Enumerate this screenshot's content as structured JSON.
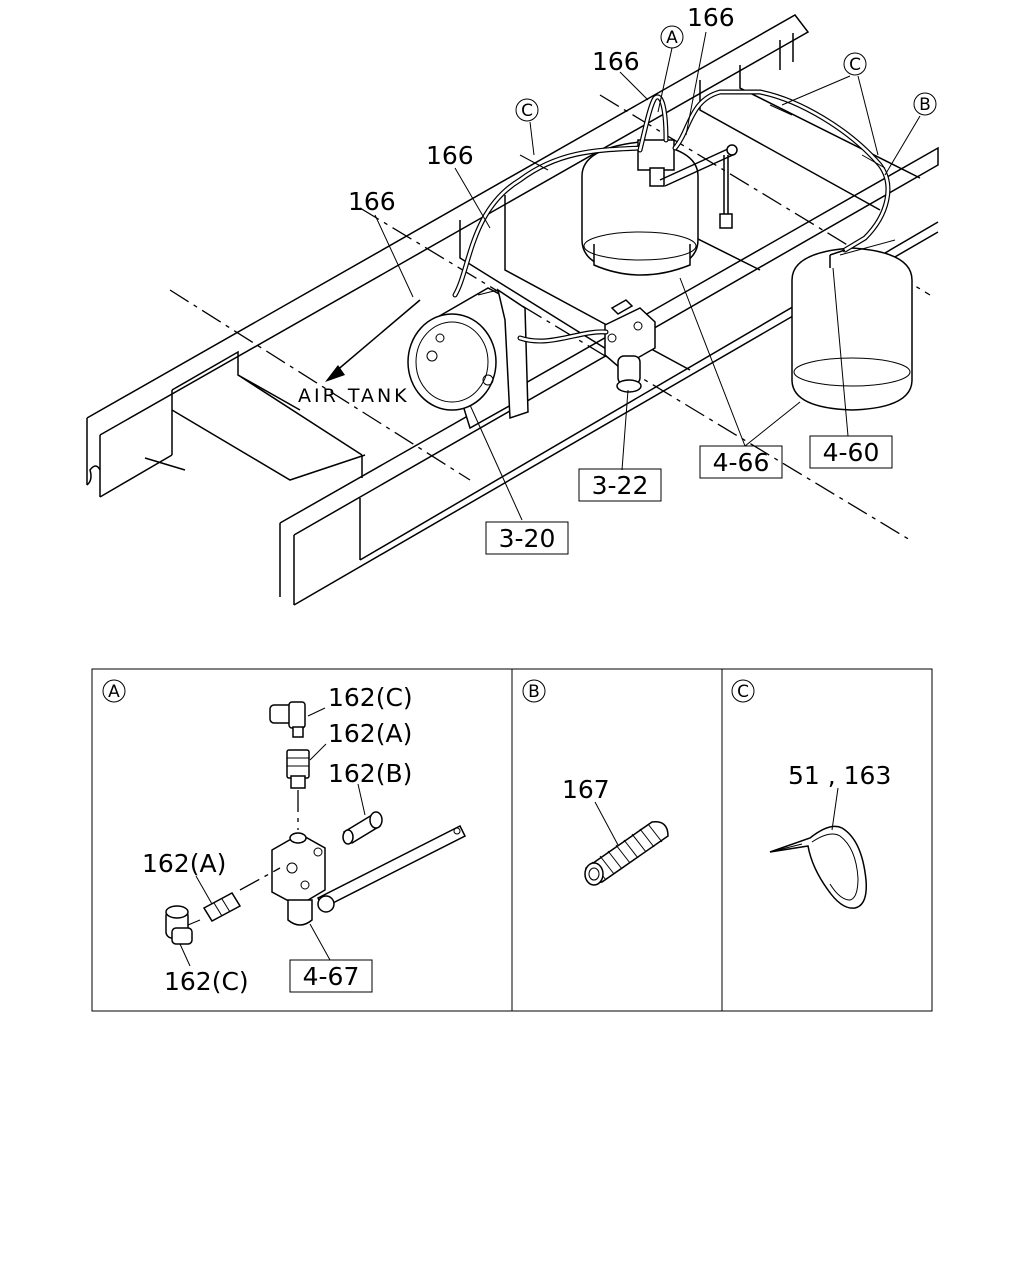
{
  "main_view": {
    "labels": {
      "hose_1": "166",
      "hose_2": "166",
      "hose_3": "166",
      "hose_4": "166",
      "air_tank": "AIR TANK"
    },
    "callouts": {
      "a": "A",
      "b": "B",
      "c_left": "C",
      "c_right": "C"
    },
    "boxed_refs": {
      "tank": "3-20",
      "valve": "3-22",
      "air_spring": "4-66",
      "air_spring_right": "4-60"
    }
  },
  "detail_a": {
    "marker": "A",
    "labels": {
      "elbow_top": "162(C)",
      "adapter_top": "162(A)",
      "plug": "162(B)",
      "adapter_side": "162(A)",
      "elbow_side": "162(C)"
    },
    "ref": "4-67"
  },
  "detail_b": {
    "marker": "B",
    "label": "167"
  },
  "detail_c": {
    "marker": "C",
    "label": "51 , 163"
  }
}
